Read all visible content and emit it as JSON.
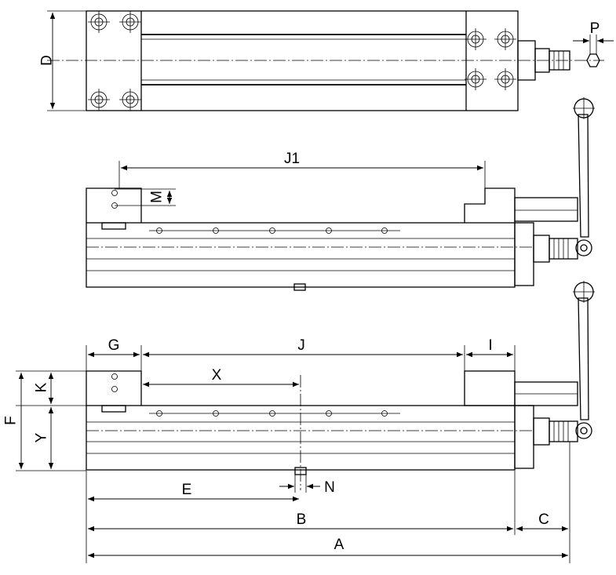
{
  "top_view": {
    "dimensions": {
      "d": "D",
      "p": "P"
    }
  },
  "front_view": {
    "dimensions": {
      "j1": "J1",
      "m": "M"
    }
  },
  "side_view": {
    "dimensions": {
      "g": "G",
      "j": "J",
      "i": "I",
      "x": "X",
      "k": "K",
      "f": "F",
      "y": "Y",
      "e": "E",
      "n": "N",
      "b": "B",
      "c": "C",
      "a": "A"
    }
  }
}
